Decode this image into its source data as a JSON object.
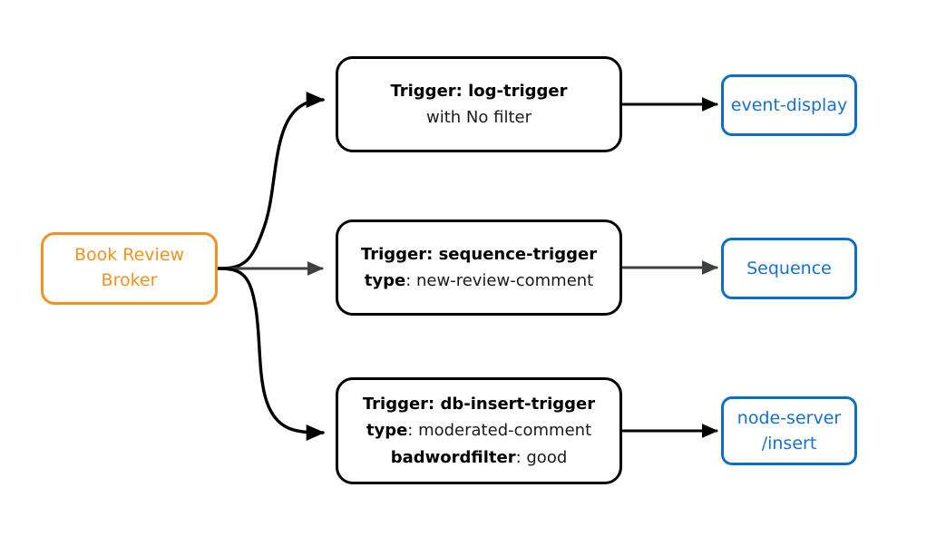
{
  "diagram": {
    "type": "flow-diagram",
    "background": "#ffffff",
    "colors": {
      "source_stroke": "#ee9322",
      "source_text": "#ee9322",
      "trigger_stroke": "#000000",
      "trigger_text": "#1a1a1a",
      "destination_stroke": "#0b6fc8",
      "destination_text": "#1571cd",
      "edge_black": "#000000",
      "edge_gray": "#3f3f3f"
    },
    "source": {
      "name": "book-review-broker",
      "line1": "Book Review",
      "line2": "Broker"
    },
    "triggers": [
      {
        "name": "log-trigger",
        "line1_bold": "Trigger: log-trigger",
        "line2_key": "",
        "line2_value": "with No filter",
        "line3_key": "",
        "line3_value": ""
      },
      {
        "name": "sequence-trigger",
        "line1_bold": "Trigger: sequence-trigger",
        "line2_key": "type",
        "line2_value": ": new-review-comment",
        "line3_key": "",
        "line3_value": ""
      },
      {
        "name": "db-insert-trigger",
        "line1_bold": "Trigger: db-insert-trigger",
        "line2_key": "type",
        "line2_value": ": moderated-comment",
        "line3_key": "badwordfilter",
        "line3_value": ": good"
      }
    ],
    "destinations": [
      {
        "name": "event-display",
        "line1": "event-display",
        "line2": ""
      },
      {
        "name": "sequence",
        "line1": "Sequence",
        "line2": ""
      },
      {
        "name": "node-server-insert",
        "line1": "node-server",
        "line2": "/insert"
      }
    ],
    "edges": [
      {
        "name": "broker-to-log-trigger",
        "style": "curved",
        "color": "#000000"
      },
      {
        "name": "broker-to-sequence-trigger",
        "style": "straight",
        "color": "#3f3f3f"
      },
      {
        "name": "broker-to-db-insert-trigger",
        "style": "curved",
        "color": "#000000"
      },
      {
        "name": "log-trigger-to-event-display",
        "style": "straight",
        "color": "#000000"
      },
      {
        "name": "sequence-trigger-to-sequence",
        "style": "straight",
        "color": "#3f3f3f"
      },
      {
        "name": "db-insert-trigger-to-node-server",
        "style": "straight",
        "color": "#000000"
      }
    ]
  }
}
